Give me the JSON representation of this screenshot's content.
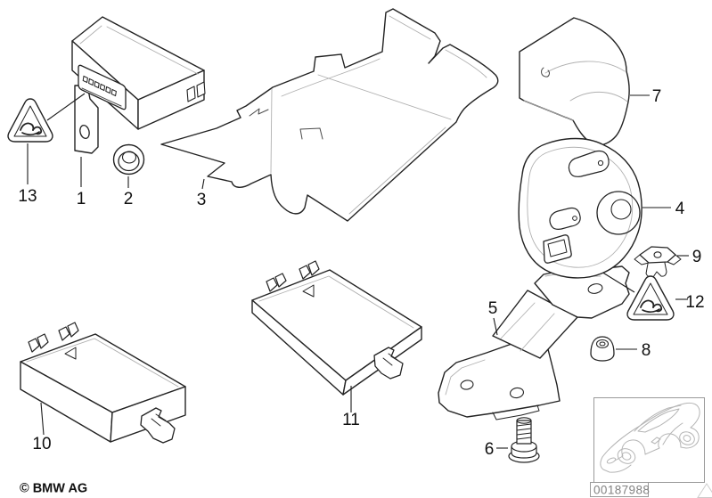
{
  "diagram": {
    "copyright": "© BMW AG",
    "image_number": "00187988",
    "callouts": [
      "1",
      "2",
      "3",
      "4",
      "5",
      "6",
      "7",
      "8",
      "9",
      "10",
      "11",
      "12",
      "13"
    ]
  },
  "colors": {
    "line": "#232323",
    "light_line": "#b0b0b0",
    "car_sketch": "#b5b5b5",
    "muted_text": "#828282",
    "label_text": "#101010"
  }
}
